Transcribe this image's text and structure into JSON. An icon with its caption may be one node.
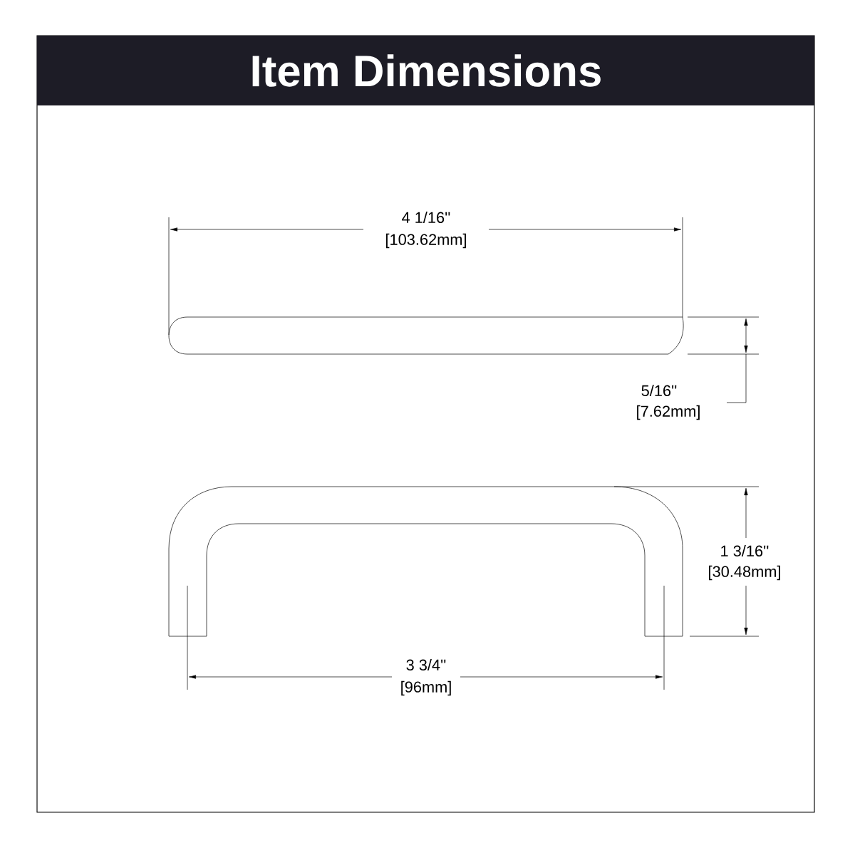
{
  "diagram": {
    "title": "Item Dimensions",
    "labels": [
      "4 1/16''",
      "[103.62mm]",
      "5/16''",
      "[7.62mm]",
      "1 3/16''",
      "[30.48mm]",
      "3 3/4''",
      "[96mm]"
    ]
  }
}
